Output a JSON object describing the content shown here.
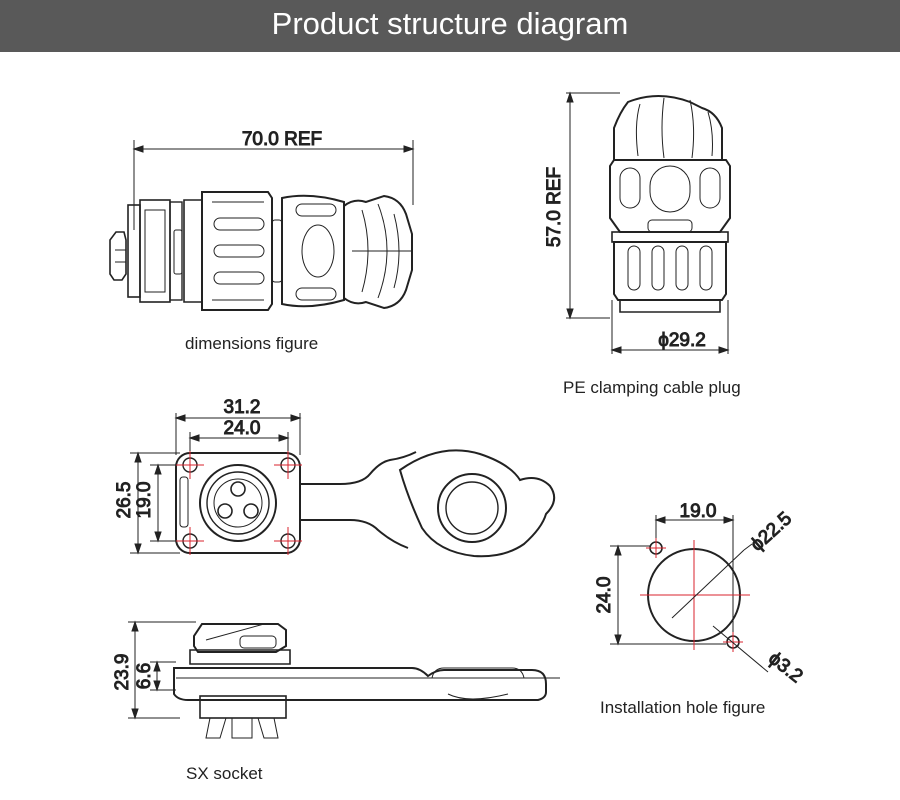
{
  "header": {
    "title": "Product structure diagram"
  },
  "captions": {
    "dimensions": "dimensions figure",
    "plug": "PE  clamping cable plug",
    "installation": "Installation hole figure",
    "socket": "SX  socket"
  },
  "dimensions": {
    "length": "70.0 REF",
    "height": "57.0 REF",
    "plug_diameter": "ϕ29.2",
    "flange_outer": "31.2",
    "flange_inner": "24.0",
    "flange_height_outer": "26.5",
    "flange_height_inner": "19.0",
    "socket_height": "23.9",
    "panel_thickness": "6.6",
    "hole_spacing_x": "19.0",
    "hole_spacing_y": "24.0",
    "center_hole": "ϕ22.5",
    "mount_hole": "ϕ3.2"
  },
  "colors": {
    "title_bar": "#595959",
    "red_marks": "#d9232e",
    "line": "#222222"
  }
}
